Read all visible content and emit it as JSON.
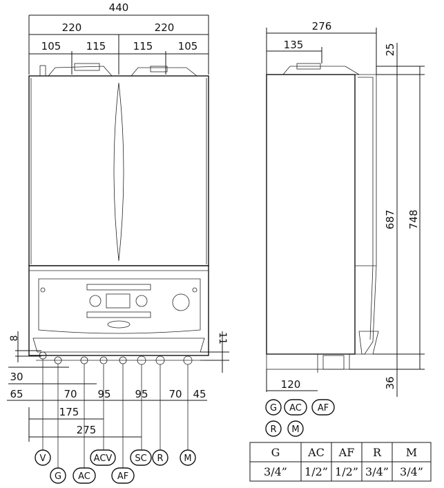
{
  "front_view": {
    "overall_width": "440",
    "half_widths": [
      "220",
      "220"
    ],
    "segments": [
      "105",
      "115",
      "115",
      "105"
    ],
    "left_dim_8": "8",
    "right_dim_11": "11",
    "dim_30": "30",
    "bottom_spacing": [
      "65",
      "70",
      "95",
      "95",
      "70",
      "45"
    ],
    "dim_175": "175",
    "dim_275": "275",
    "connection_labels_row1": [
      "V",
      "ACV",
      "SC",
      "R",
      "M"
    ],
    "connection_labels_row2": [
      "G",
      "AC",
      "AF"
    ]
  },
  "side_view": {
    "depth": "276",
    "dim_135": "135",
    "dim_25": "25",
    "dim_687": "687",
    "dim_748": "748",
    "dim_120": "120",
    "dim_36": "36"
  },
  "legend": {
    "row1": [
      "G",
      "AC",
      "AF"
    ],
    "row2": [
      "R",
      "M"
    ]
  },
  "table": {
    "headers": [
      "G",
      "AC",
      "AF",
      "R",
      "M"
    ],
    "values": [
      "3/4”",
      "1/2”",
      "1/2”",
      "3/4”",
      "3/4”"
    ]
  }
}
